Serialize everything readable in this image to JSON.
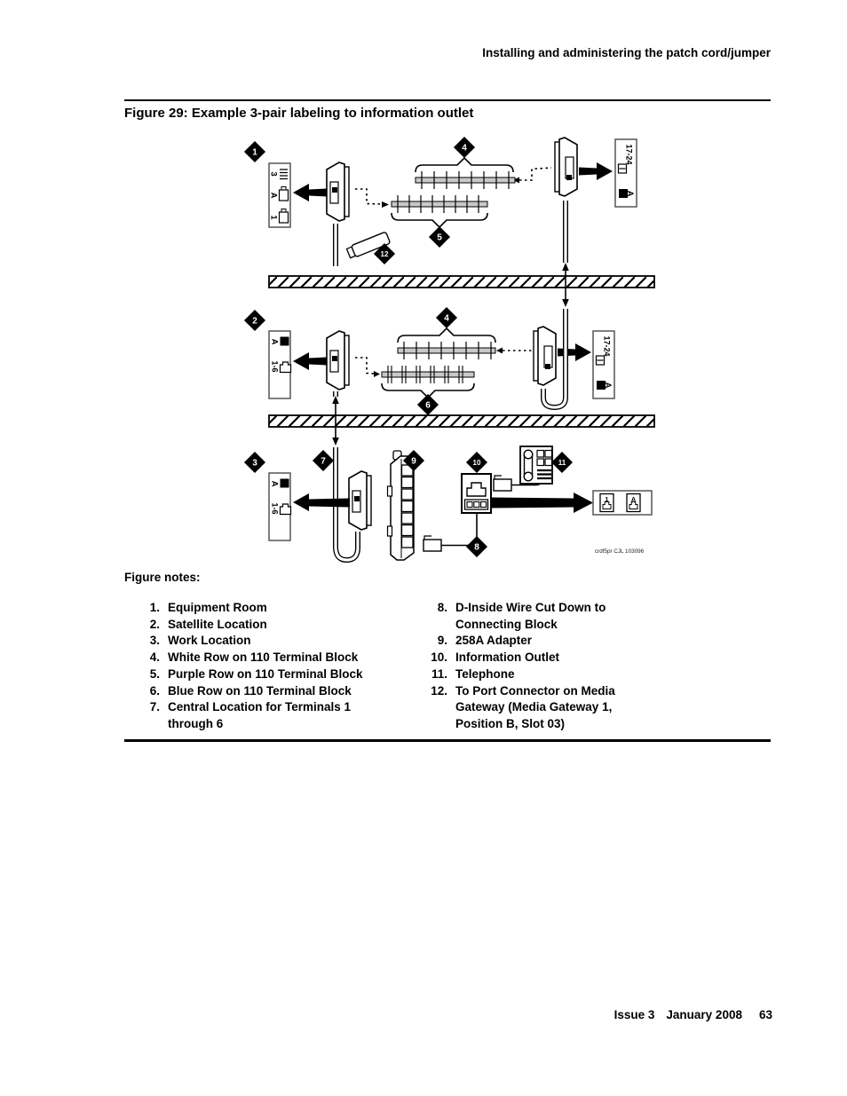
{
  "page": {
    "header_title": "Installing and administering the patch cord/jumper",
    "figure_title": "Figure 29: Example 3-pair labeling to information outlet",
    "figure_notes_heading": "Figure notes:",
    "footer": {
      "issue": "Issue 3",
      "date": "January 2008",
      "page_number": "63"
    }
  },
  "diagram": {
    "image_caption": "crdf5pr CJL 103096",
    "callouts": {
      "c1": "1",
      "c2": "2",
      "c3": "3",
      "c4a": "4",
      "c4b": "4",
      "c5": "5",
      "c6": "6",
      "c7": "7",
      "c8": "8",
      "c9": "9",
      "c10": "10",
      "c11": "11",
      "c12": "12"
    },
    "strips": {
      "equipment": {
        "r3": "3",
        "rA": "A",
        "r1": "1"
      },
      "ab": {
        "rA": "A",
        "range": "1-6"
      },
      "right": {
        "range": "17-24",
        "rA": "A"
      },
      "outlet": {
        "j1": "1",
        "jA": "A"
      }
    }
  },
  "notes": {
    "left": [
      {
        "num": "1.",
        "text": "Equipment Room"
      },
      {
        "num": "2.",
        "text": "Satellite Location"
      },
      {
        "num": "3.",
        "text": "Work Location"
      },
      {
        "num": "4.",
        "text": "White Row on 110 Terminal Block"
      },
      {
        "num": "5.",
        "text": "Purple Row on 110 Terminal Block"
      },
      {
        "num": "6.",
        "text": "Blue Row on 110 Terminal Block"
      },
      {
        "num": "7.",
        "text": "Central Location for Terminals 1 through 6"
      }
    ],
    "right": [
      {
        "num": "8.",
        "text": "D-Inside Wire Cut Down to Connecting Block"
      },
      {
        "num": "9.",
        "text": "258A Adapter"
      },
      {
        "num": "10.",
        "text": "Information Outlet"
      },
      {
        "num": "11.",
        "text": "Telephone"
      },
      {
        "num": "12.",
        "text": "To Port Connector on Media Gateway (Media Gateway 1, Position B, Slot 03)"
      }
    ]
  }
}
